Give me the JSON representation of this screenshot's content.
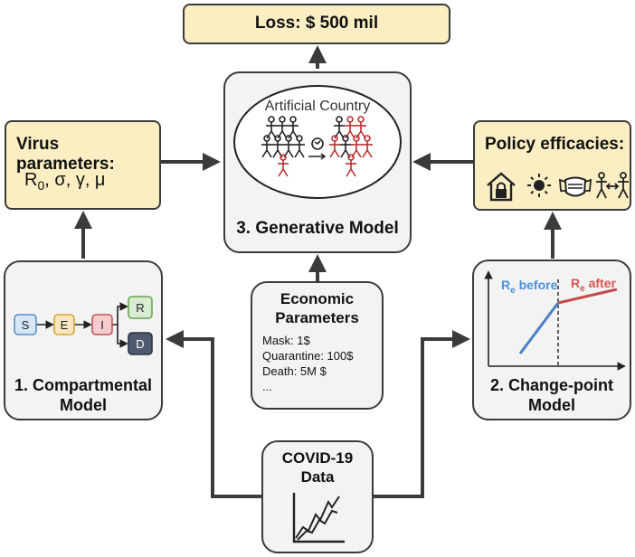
{
  "loss": {
    "label": "Loss: $ 500 mil"
  },
  "virus": {
    "title": "Virus parameters:",
    "symbols": [
      "R",
      "0",
      ", σ, γ, μ"
    ]
  },
  "policy": {
    "title": "Policy efficacies:",
    "icons": [
      "house-lock-icon",
      "sun-icon",
      "mask-icon",
      "distancing-icon"
    ]
  },
  "generative": {
    "title": "3. Generative Model",
    "inner_title": "Artificial Country"
  },
  "compartmental": {
    "title_line1": "1. Compartmental",
    "title_line2": "Model",
    "states": [
      "S",
      "E",
      "I",
      "R",
      "D"
    ]
  },
  "changepoint": {
    "title_line1": "2. Change-point",
    "title_line2": "Model",
    "before_label": "before",
    "after_label": "after",
    "re_symbol": "R",
    "re_sub": "e"
  },
  "economic": {
    "title_line1": "Economic",
    "title_line2": "Parameters",
    "items": [
      "Mask: 1$",
      "Quarantine: 100$",
      "Death: 5M $",
      "..."
    ]
  },
  "covid": {
    "title_line1": "COVID-19",
    "title_line2": "Data"
  },
  "colors": {
    "yellow_fill": "#fbeec3",
    "grey_fill": "#f3f3f3",
    "stroke": "#3b3b3b",
    "before_blue": "#4a90d9",
    "after_red": "#d9534f",
    "person_red": "#b8302f"
  }
}
